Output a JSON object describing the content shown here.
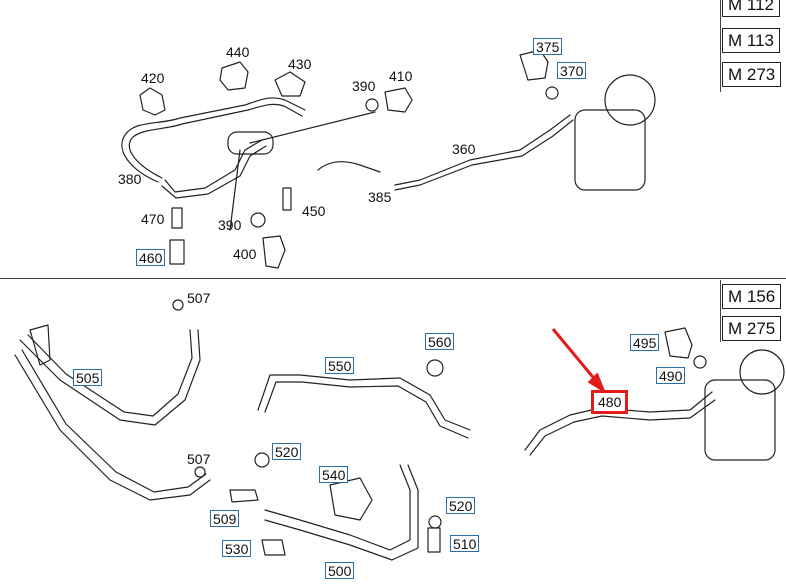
{
  "variants_top": [
    "M 112",
    "M 113",
    "M 273"
  ],
  "variants_bottom": [
    "M 156",
    "M 275"
  ],
  "top_labels": [
    "440",
    "430",
    "420",
    "390",
    "410",
    "375",
    "370",
    "360",
    "380",
    "385",
    "470",
    "390",
    "450",
    "460",
    "400"
  ],
  "bottom_labels": [
    "507",
    "505",
    "550",
    "560",
    "495",
    "490",
    "480",
    "520",
    "507",
    "540",
    "509",
    "520",
    "530",
    "510",
    "500"
  ],
  "highlight": "480",
  "colors": {
    "accent": "#2a6fa8",
    "highlight": "#e31b1b"
  }
}
